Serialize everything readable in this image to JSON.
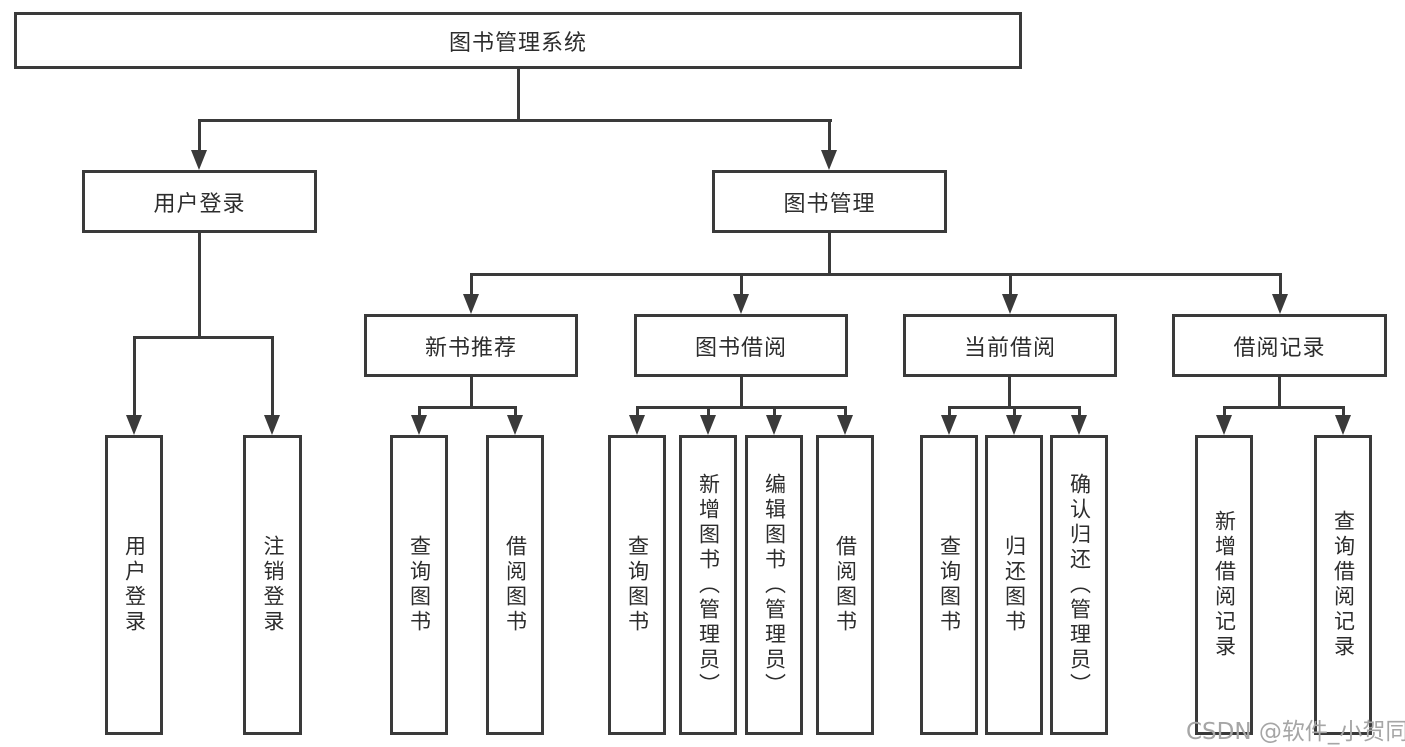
{
  "hierarchy": {
    "label": "图书管理系统",
    "children": [
      {
        "label": "用户登录",
        "children": [
          {
            "label": "用户登录"
          },
          {
            "label": "注销登录"
          }
        ]
      },
      {
        "label": "图书管理",
        "children": [
          {
            "label": "新书推荐",
            "children": [
              {
                "label": "查询图书"
              },
              {
                "label": "借阅图书"
              }
            ]
          },
          {
            "label": "图书借阅",
            "children": [
              {
                "label": "查询图书"
              },
              {
                "label": "新增图书（管理员）"
              },
              {
                "label": "编辑图书（管理员）"
              },
              {
                "label": "借阅图书"
              }
            ]
          },
          {
            "label": "当前借阅",
            "children": [
              {
                "label": "查询图书"
              },
              {
                "label": "归还图书"
              },
              {
                "label": "确认归还（管理员）"
              }
            ]
          },
          {
            "label": "借阅记录",
            "children": [
              {
                "label": "新增借阅记录"
              },
              {
                "label": "查询借阅记录"
              }
            ]
          }
        ]
      }
    ]
  },
  "watermark": {
    "text": "CSDN @软件_小贺同学"
  },
  "colors": {
    "line": "#3a3a3a",
    "text": "#2d2d2d",
    "watermark": "#a6a6a6",
    "background": "#ffffff"
  }
}
